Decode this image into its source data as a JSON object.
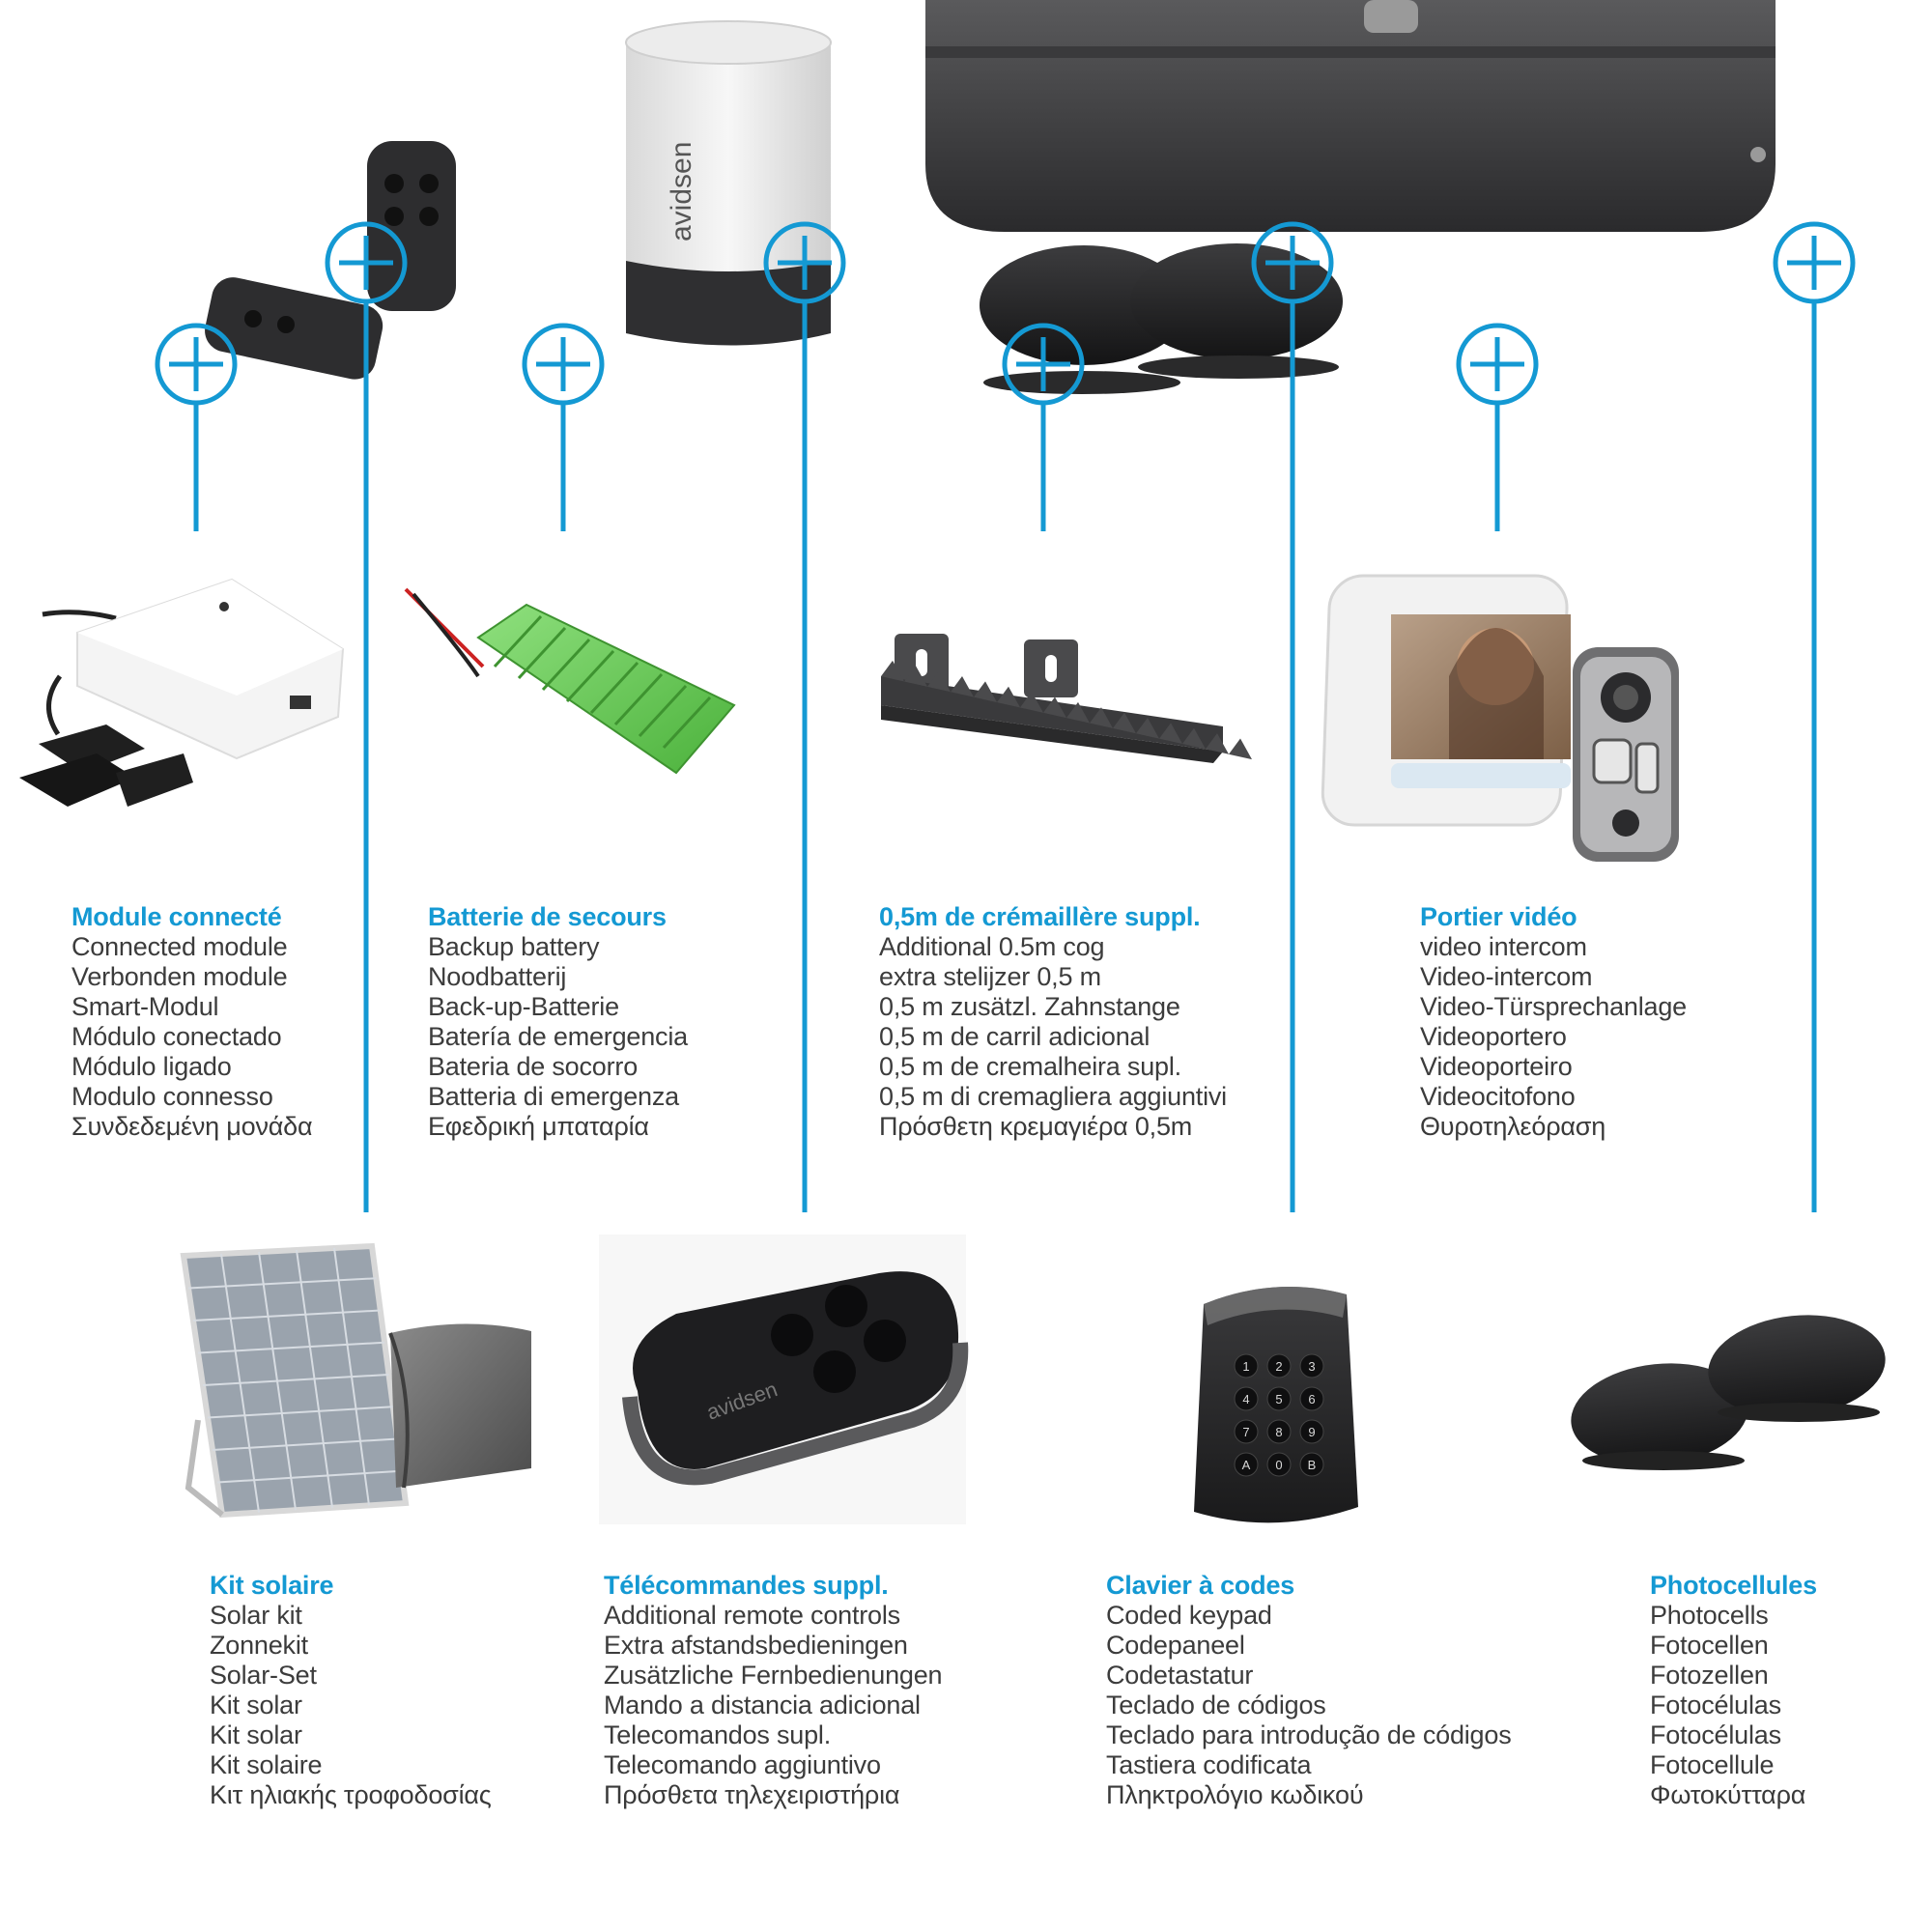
{
  "brand": {
    "logo_text": "avidsen",
    "accent_color": "#1499d3"
  },
  "accessories": {
    "module": {
      "title": "Module connecté",
      "lines": [
        "Connected module",
        "Verbonden module",
        "Smart-Modul",
        "Módulo conectado",
        "Módulo ligado",
        "Modulo connesso",
        "Συνδεδεμένη μονάδα"
      ]
    },
    "battery": {
      "title": "Batterie de secours",
      "lines": [
        "Backup battery",
        "Noodbatterij",
        "Back-up-Batterie",
        "Batería de emergencia",
        "Bateria de socorro",
        "Batteria di emergenza",
        "Εφεδρική μπαταρία"
      ]
    },
    "rack": {
      "title": "0,5m de crémaillère suppl.",
      "lines": [
        "Additional 0.5m cog",
        "extra stelijzer 0,5 m",
        "0,5 m zusätzl. Zahnstange",
        "0,5 m de carril adicional",
        "0,5 m de cremalheira supl.",
        "0,5 m di cremagliera aggiuntivi",
        "Πρόσθετη κρεμαγιέρα 0,5m"
      ]
    },
    "portier": {
      "title": "Portier vidéo",
      "lines": [
        "video intercom",
        "Video-intercom",
        "Video-Türsprechanlage",
        "Videoportero",
        "Videoporteiro",
        "Videocitofono",
        "Θυροτηλεόραση"
      ]
    },
    "solar": {
      "title": "Kit solaire",
      "lines": [
        "Solar kit",
        "Zonnekit",
        "Solar-Set",
        "Kit solar",
        "Kit solar",
        "Kit solaire",
        "Κιτ ηλιακής τροφοδοσίας"
      ]
    },
    "remote": {
      "title": "Télécommandes suppl.",
      "lines": [
        "Additional remote controls",
        "Extra afstandsbedieningen",
        "Zusätzliche Fernbedienungen",
        "Mando a distancia adicional",
        "Telecomandos supl.",
        "Telecomando aggiuntivo",
        "Πρόσθετα τηλεχειριστήρια"
      ]
    },
    "keypad": {
      "title": "Clavier à codes",
      "lines": [
        "Coded keypad",
        "Codepaneel",
        "Codetastatur",
        "Teclado de códigos",
        "Teclado para introdução de códigos",
        "Tastiera codificata",
        "Πληκτρολόγιο κωδικού"
      ]
    },
    "photo": {
      "title": "Photocellules",
      "lines": [
        "Photocells",
        "Fotocellen",
        "Fotozellen",
        "Fotocélulas",
        "Fotocélulas",
        "Fotocellule",
        "Φωτοκύτταρα"
      ]
    }
  },
  "keypad_keys": [
    "1",
    "2",
    "3",
    "4",
    "5",
    "6",
    "7",
    "8",
    "9",
    "A",
    "0",
    "B"
  ]
}
